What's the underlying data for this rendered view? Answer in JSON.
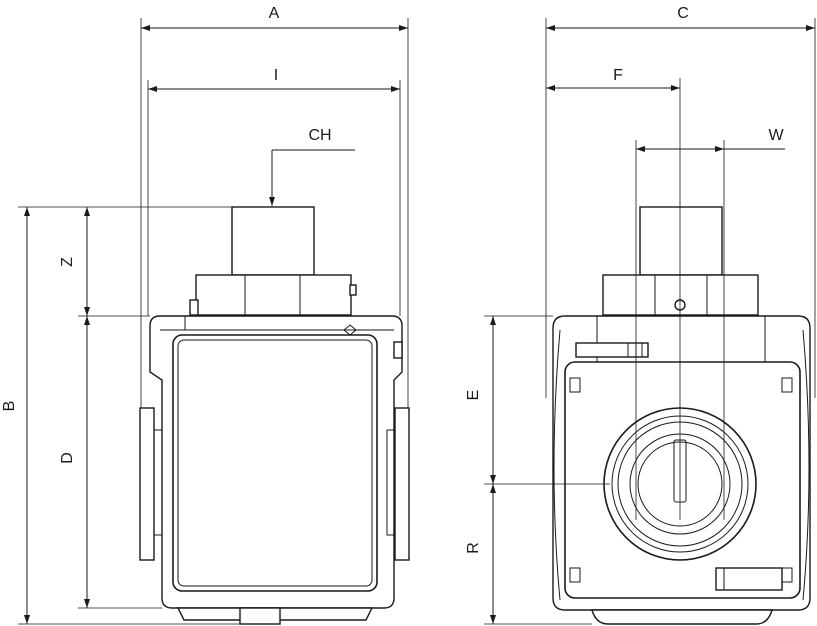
{
  "labels": {
    "A": "A",
    "I": "I",
    "CH": "CH",
    "Z": "Z",
    "B": "B",
    "D": "D",
    "C": "C",
    "F": "F",
    "W": "W",
    "E": "E",
    "R": "R"
  },
  "colors": {
    "line": "#1a1a1a",
    "background": "#ffffff"
  }
}
